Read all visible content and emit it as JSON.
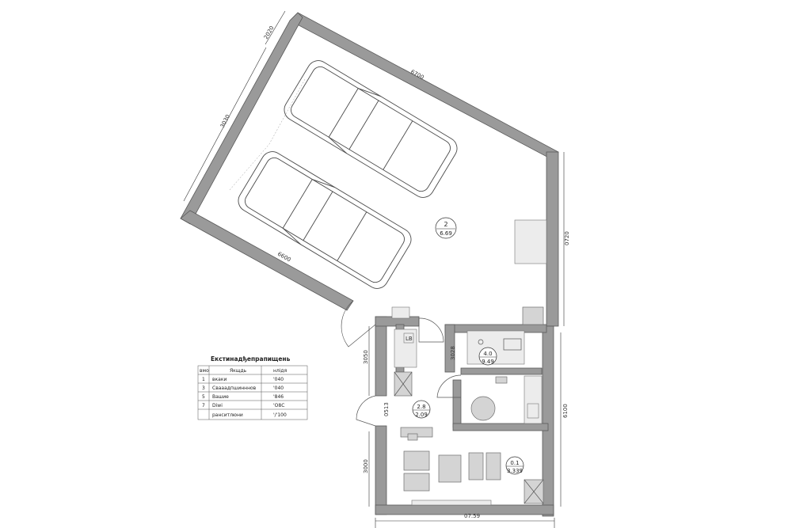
{
  "dimensions": {
    "top_left": "2020",
    "left_diagonal": "3030",
    "top_diagonal": "6700",
    "right_upper": "0720",
    "bottom_diagonal": "6600",
    "left_mid": "3050",
    "mid_inner": "3028",
    "left_door": "0513",
    "right_lower": "6100",
    "left_lower": "3000",
    "bottom": "07.59"
  },
  "rooms": [
    {
      "num": "2",
      "area": "6.69"
    },
    {
      "num": "4.0",
      "area": "9.49"
    },
    {
      "num": "2.8",
      "area": "2.09"
    },
    {
      "num": "0.1",
      "area": "3.339"
    }
  ],
  "fixtures": {
    "wc_tag": "LB"
  },
  "legend": {
    "title": "Екстинадђепрапищень",
    "headers": [
      "вмо",
      "Якщдь",
      "нлідя"
    ],
    "rows": [
      {
        "no": "1",
        "name": "вкаки",
        "value": "'040"
      },
      {
        "no": "3",
        "name": "Свааадпшинннов",
        "value": "'040"
      },
      {
        "no": "5",
        "name": "Вашие",
        "value": "'846"
      },
      {
        "no": "7",
        "name": "Diwi",
        "value": "'O8C"
      },
      {
        "no": "",
        "name": "ранситлюни",
        "value": "'/'100"
      }
    ]
  }
}
